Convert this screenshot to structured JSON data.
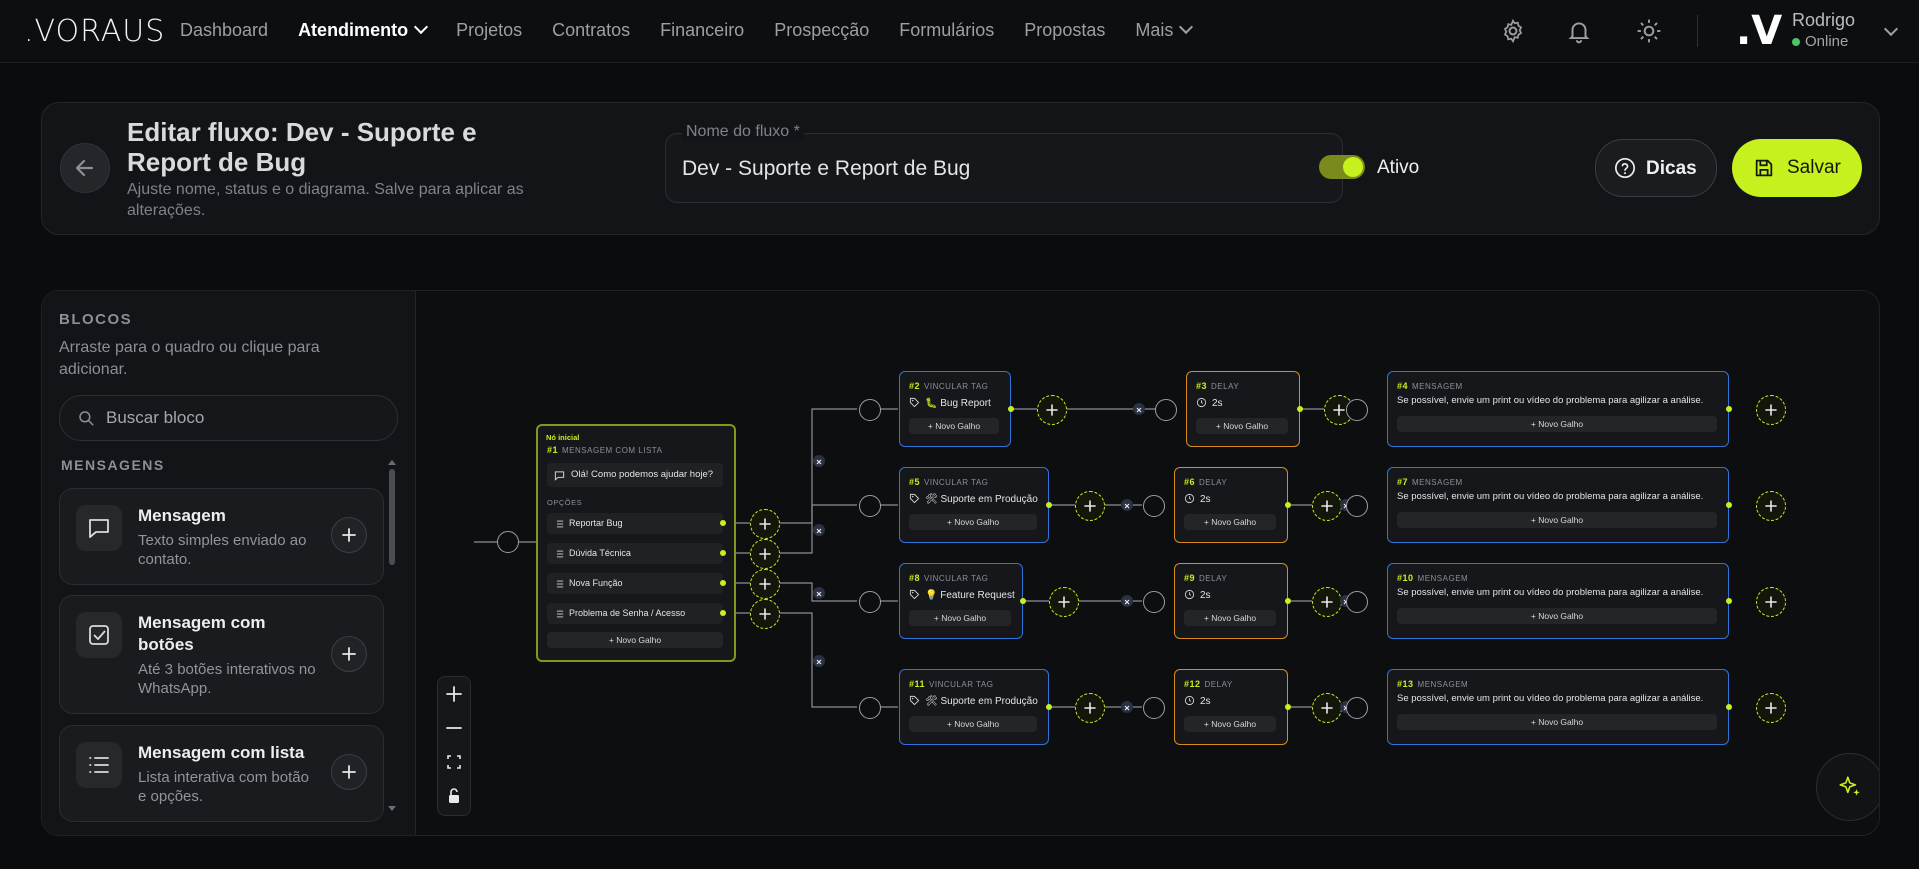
{
  "brand": {
    "logo": ".VORAUS",
    "accent": "#c6f01e"
  },
  "nav": {
    "items": [
      "Dashboard",
      "Atendimento",
      "Projetos",
      "Contratos",
      "Financeiro",
      "Prospecção",
      "Formulários",
      "Propostas",
      "Mais"
    ],
    "active": "Atendimento"
  },
  "topbar_icons": [
    "gear-icon",
    "bell-icon",
    "sun-icon"
  ],
  "user": {
    "initial": ".V",
    "name": "Rodrigo",
    "status": "Online"
  },
  "header": {
    "title": "Editar fluxo: Dev - Suporte e Report de Bug",
    "subtitle": "Ajuste nome, status e o diagrama. Salve para aplicar as alterações.",
    "name_label": "Nome do fluxo *",
    "name_value": "Dev - Suporte e Report de Bug",
    "active_label": "Ativo",
    "dicas_label": "Dicas",
    "salvar_label": "Salvar"
  },
  "panel": {
    "title": "BLOCOS",
    "subtitle": "Arraste para o quadro ou clique para adicionar.",
    "search_placeholder": "Buscar bloco",
    "section": "MENSAGENS",
    "blocks": [
      {
        "name": "Mensagem",
        "desc": "Texto simples enviado ao contato.",
        "icon": "chat-bubble-icon"
      },
      {
        "name": "Mensagem com botões",
        "desc": "Até 3 botões interativos no WhatsApp.",
        "icon": "checkbox-icon"
      },
      {
        "name": "Mensagem com lista",
        "desc": "Lista interativa com botão e opções.",
        "icon": "list-icon"
      }
    ]
  },
  "flow": {
    "start": {
      "badge": "Nó inicial",
      "num": "#1",
      "type": "MENSAGEM COM LISTA",
      "message": "Olá! Como podemos ajudar hoje?",
      "options_label": "OPÇÕES",
      "options": [
        "Reportar Bug",
        "Dúvida Técnica",
        "Nova Função",
        "Problema de Senha / Acesso"
      ],
      "new_branch": "Novo Galho"
    },
    "rows": [
      {
        "tag": {
          "num": "#2",
          "type": "VINCULAR TAG",
          "label": "🐛 Bug Report"
        },
        "delay": {
          "num": "#3",
          "type": "DELAY",
          "value": "2s"
        },
        "msg": {
          "num": "#4",
          "type": "MENSAGEM",
          "text": "Se possível, envie um print ou vídeo do problema para agilizar a análise."
        }
      },
      {
        "tag": {
          "num": "#5",
          "type": "VINCULAR TAG",
          "label": "🛠 Suporte em Produção"
        },
        "delay": {
          "num": "#6",
          "type": "DELAY",
          "value": "2s"
        },
        "msg": {
          "num": "#7",
          "type": "MENSAGEM",
          "text": "Se possível, envie um print ou vídeo do problema para agilizar a análise."
        }
      },
      {
        "tag": {
          "num": "#8",
          "type": "VINCULAR TAG",
          "label": "💡 Feature Request"
        },
        "delay": {
          "num": "#9",
          "type": "DELAY",
          "value": "2s"
        },
        "msg": {
          "num": "#10",
          "type": "MENSAGEM",
          "text": "Se possível, envie um print ou vídeo do problema para agilizar a análise."
        }
      },
      {
        "tag": {
          "num": "#11",
          "type": "VINCULAR TAG",
          "label": "🛠 Suporte em Produção"
        },
        "delay": {
          "num": "#12",
          "type": "DELAY",
          "value": "2s"
        },
        "msg": {
          "num": "#13",
          "type": "MENSAGEM",
          "text": "Se possível, envie um print ou vídeo do problema para agilizar a análise."
        }
      }
    ],
    "new_branch": "Novo Galho"
  },
  "zoom_controls": [
    "zoom-in-icon",
    "zoom-out-icon",
    "fit-view-icon",
    "lock-icon"
  ],
  "fab_icon": "sparkles-icon"
}
